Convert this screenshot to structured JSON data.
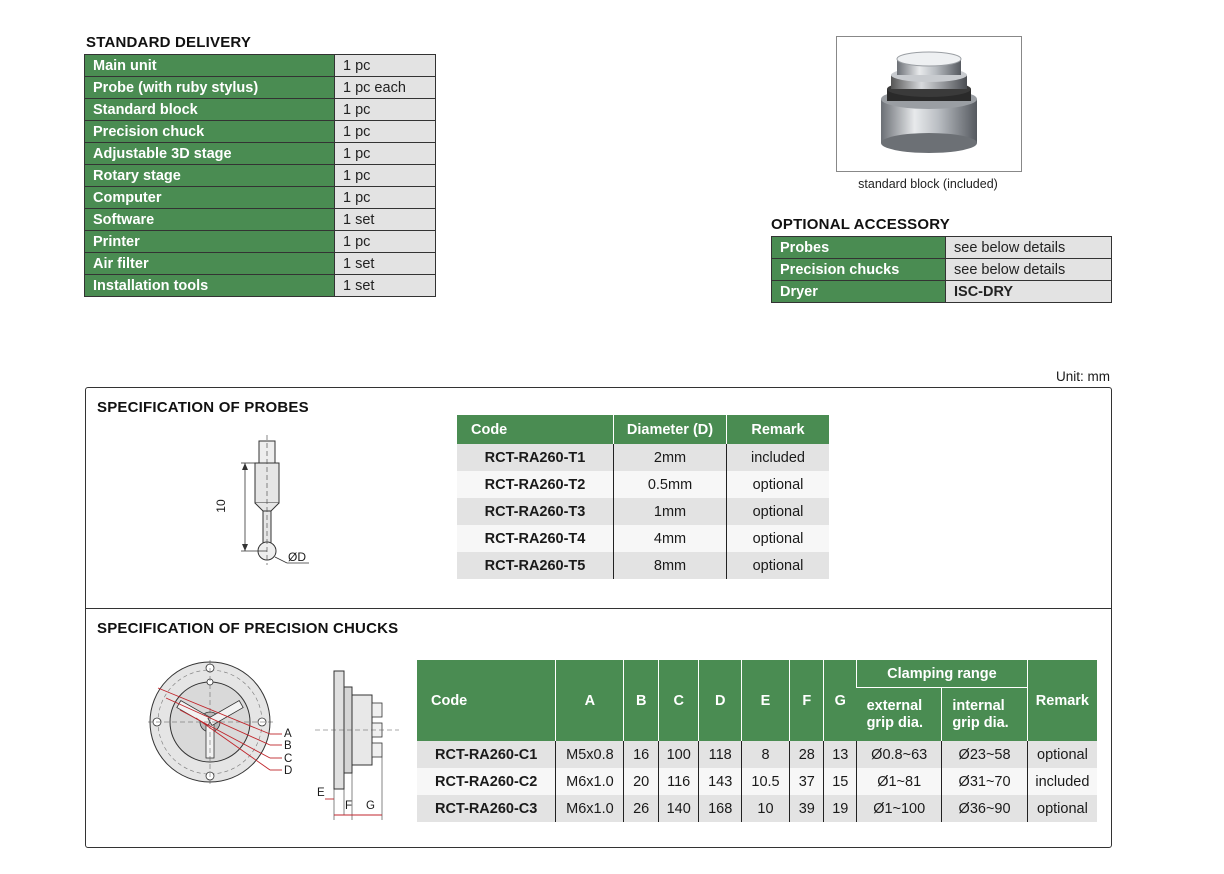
{
  "standard_delivery": {
    "title": "STANDARD DELIVERY",
    "rows": [
      {
        "item": "Main unit",
        "qty": "1 pc"
      },
      {
        "item": "Probe (with ruby stylus)",
        "qty": "1 pc each"
      },
      {
        "item": "Standard block",
        "qty": "1 pc"
      },
      {
        "item": "Precision chuck",
        "qty": "1 pc"
      },
      {
        "item": "Adjustable 3D stage",
        "qty": "1 pc"
      },
      {
        "item": "Rotary stage",
        "qty": "1 pc"
      },
      {
        "item": "Computer",
        "qty": "1 pc"
      },
      {
        "item": "Software",
        "qty": "1 set"
      },
      {
        "item": "Printer",
        "qty": "1 pc"
      },
      {
        "item": "Air filter",
        "qty": "1 set"
      },
      {
        "item": "Installation tools",
        "qty": "1 set"
      }
    ]
  },
  "standard_block_caption": "standard block (included)",
  "optional_accessory": {
    "title": "OPTIONAL ACCESSORY",
    "rows": [
      {
        "item": "Probes",
        "value": "see below details"
      },
      {
        "item": "Precision chucks",
        "value": "see below details"
      },
      {
        "item": "Dryer",
        "value": "ISC-DRY"
      }
    ]
  },
  "unit_label": "Unit: mm",
  "probes": {
    "title": "SPECIFICATION OF PROBES",
    "diagram": {
      "length_label": "10",
      "diameter_label": "ØD"
    },
    "headers": [
      "Code",
      "Diameter (D)",
      "Remark"
    ],
    "rows": [
      [
        "RCT-RA260-T1",
        "2mm",
        "included"
      ],
      [
        "RCT-RA260-T2",
        "0.5mm",
        "optional"
      ],
      [
        "RCT-RA260-T3",
        "1mm",
        "optional"
      ],
      [
        "RCT-RA260-T4",
        "4mm",
        "optional"
      ],
      [
        "RCT-RA260-T5",
        "8mm",
        "optional"
      ]
    ]
  },
  "chucks": {
    "title": "SPECIFICATION OF PRECISION CHUCKS",
    "diagram": {
      "labels": [
        "A",
        "B",
        "C",
        "D"
      ],
      "side_labels": [
        "E",
        "F",
        "G"
      ]
    },
    "headers": {
      "code": "Code",
      "a": "A",
      "b": "B",
      "c": "C",
      "d": "D",
      "e": "E",
      "f": "F",
      "g": "G",
      "clamping": "Clamping range",
      "external": "external grip dia.",
      "internal": "internal grip dia.",
      "remark": "Remark"
    },
    "rows": [
      [
        "RCT-RA260-C1",
        "M5x0.8",
        "16",
        "100",
        "118",
        "8",
        "28",
        "13",
        "Ø0.8~63",
        "Ø23~58",
        "optional"
      ],
      [
        "RCT-RA260-C2",
        "M6x1.0",
        "20",
        "116",
        "143",
        "10.5",
        "37",
        "15",
        "Ø1~81",
        "Ø31~70",
        "included"
      ],
      [
        "RCT-RA260-C3",
        "M6x1.0",
        "26",
        "140",
        "168",
        "10",
        "39",
        "19",
        "Ø1~100",
        "Ø36~90",
        "optional"
      ]
    ]
  }
}
